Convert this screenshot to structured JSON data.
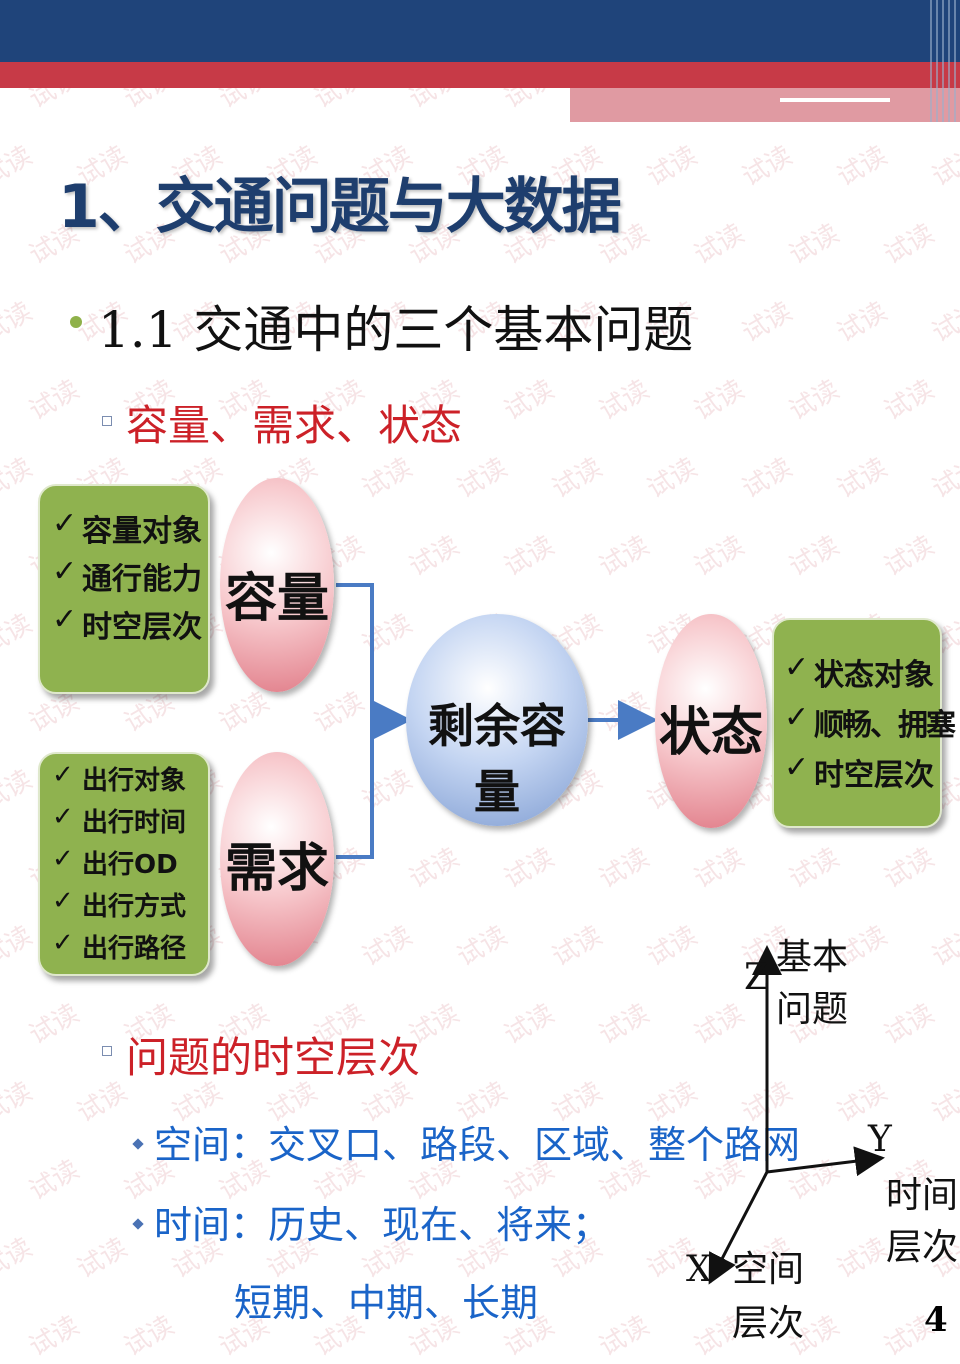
{
  "header": {
    "title": "1、交通问题与大数据"
  },
  "section": {
    "bullet": "1.1 交通中的三个基本问题",
    "sub1": "容量、需求、状态",
    "sub2": "问题的时空层次"
  },
  "diagram": {
    "capacity_box": [
      "容量对象",
      "通行能力",
      "时空层次"
    ],
    "demand_box": [
      "出行对象",
      "出行时间",
      "出行OD",
      "出行方式",
      "出行路径"
    ],
    "state_box": [
      "状态对象",
      "顺畅、拥塞",
      "时空层次"
    ],
    "capacity": "容量",
    "demand": "需求",
    "residual": "剩余容量",
    "state": "状态",
    "check": "✓"
  },
  "levels": {
    "space": "空间：交叉口、路段、区域、整个路网",
    "time": "时间：历史、现在、将来；",
    "time2": "短期、中期、长期"
  },
  "axes": {
    "z": "Z",
    "z_label_1": "基本",
    "z_label_2": "问题",
    "y": "Y",
    "y_label_1": "时间",
    "y_label_2": "层次",
    "x": "X",
    "x_label_1": "空间",
    "x_label_2": "层次"
  },
  "page_number": "4",
  "watermark": "试读",
  "colors": {
    "header_blue": "#1f447a",
    "header_red": "#c73a47",
    "heading_red": "#cc2128",
    "text_blue": "#1a64c8",
    "box_green": "#8fb24f"
  }
}
